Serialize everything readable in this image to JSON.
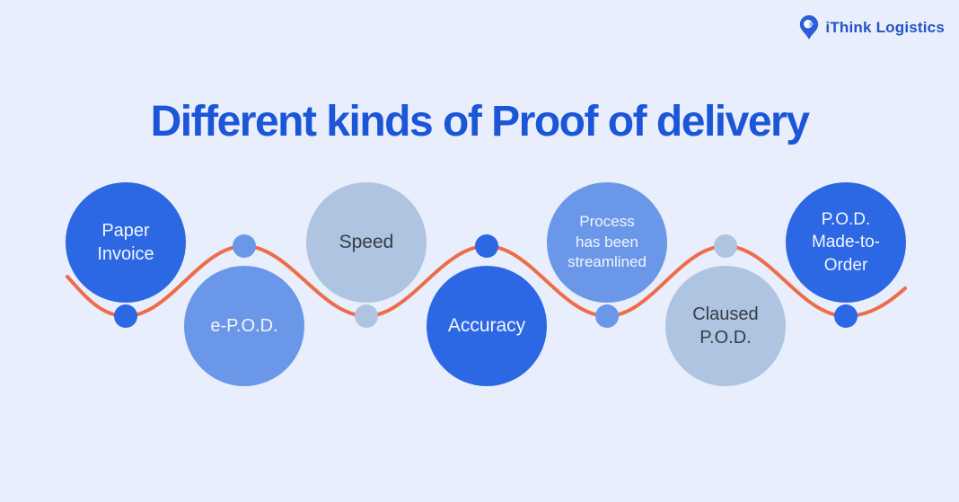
{
  "page": {
    "background": "#e8eefb"
  },
  "logo": {
    "brand": "iThink Logistics",
    "color": "#2353c4",
    "pin_color": "#2b5ed8",
    "pin_inner": "#ffffff",
    "pin_accent": "#8fb4f2"
  },
  "title": {
    "text": "Different kinds of Proof of delivery",
    "color": "#1c56d8"
  },
  "colors": {
    "dark_blue": "#2c67e4",
    "medium_blue": "#6b97e9",
    "light_blue": "#aec4e0",
    "wave_orange": "#ee6c4a",
    "text_light": "#f2f6fd",
    "text_dark": "#363c47"
  },
  "diagram": {
    "items": [
      {
        "lines": [
          "Paper",
          "Invoice"
        ],
        "variant": "dark",
        "position": "top"
      },
      {
        "lines": [
          "e-P.O.D."
        ],
        "variant": "medium",
        "position": "bottom"
      },
      {
        "lines": [
          "Speed"
        ],
        "variant": "light",
        "position": "top"
      },
      {
        "lines": [
          "Accuracy"
        ],
        "variant": "dark",
        "position": "bottom"
      },
      {
        "lines": [
          "Process",
          "has been",
          "streamlined"
        ],
        "variant": "medium",
        "position": "top"
      },
      {
        "lines": [
          "Claused",
          "P.O.D."
        ],
        "variant": "light",
        "position": "bottom"
      },
      {
        "lines": [
          "P.O.D.",
          "Made-to-",
          "Order"
        ],
        "variant": "dark",
        "position": "top"
      }
    ]
  }
}
